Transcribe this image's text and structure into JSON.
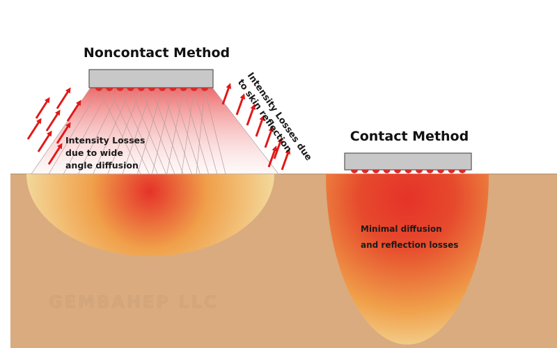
{
  "diagram": {
    "noncontact_title": "Noncontact Method",
    "contact_title": "Contact Method",
    "reflection_note_line1": "Intensity Losses due",
    "reflection_note_line2": "to skin reflection",
    "diffusion_note_line1": "Intensity Losses",
    "diffusion_note_line2": "due to  wide",
    "diffusion_note_line3": "angle diffusion",
    "contact_note_line1": "Minimal diffusion",
    "contact_note_line2": "and  reflection losses",
    "watermark": "GEMBAHEP LLC"
  },
  "colors": {
    "skin": "#d9ab7f",
    "skin_edge": "#a88660",
    "device_fill": "#c8c8c8",
    "led_red": "#d92b2b",
    "arrow_red": "#e01818",
    "glow_hot": "#e5322a",
    "glow_mid": "#f0a04a",
    "glow_cool": "#f3dca0"
  },
  "icons": [
    "led-icon",
    "reflection-arrow-icon"
  ]
}
